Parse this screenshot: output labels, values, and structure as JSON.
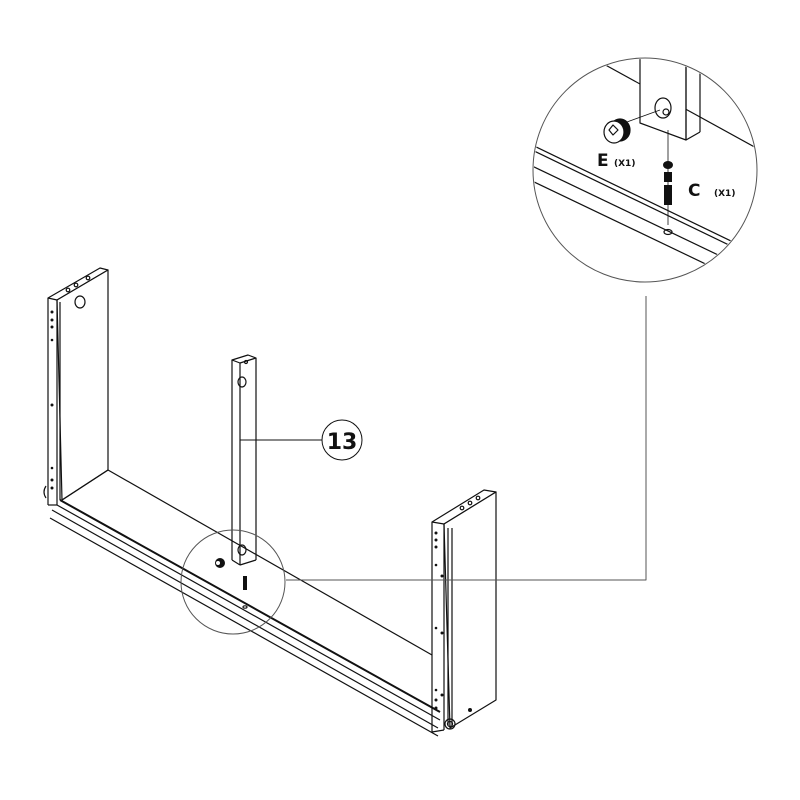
{
  "diagram": {
    "type": "assembly-instruction",
    "part_callout": {
      "number": "13"
    },
    "detail_view": {
      "hardware": [
        {
          "letter": "E",
          "qty": "(X1)"
        },
        {
          "letter": "C",
          "qty": "(X1)"
        }
      ]
    },
    "colors": {
      "line": "#111111",
      "leader": "#555555",
      "background": "#ffffff"
    }
  }
}
